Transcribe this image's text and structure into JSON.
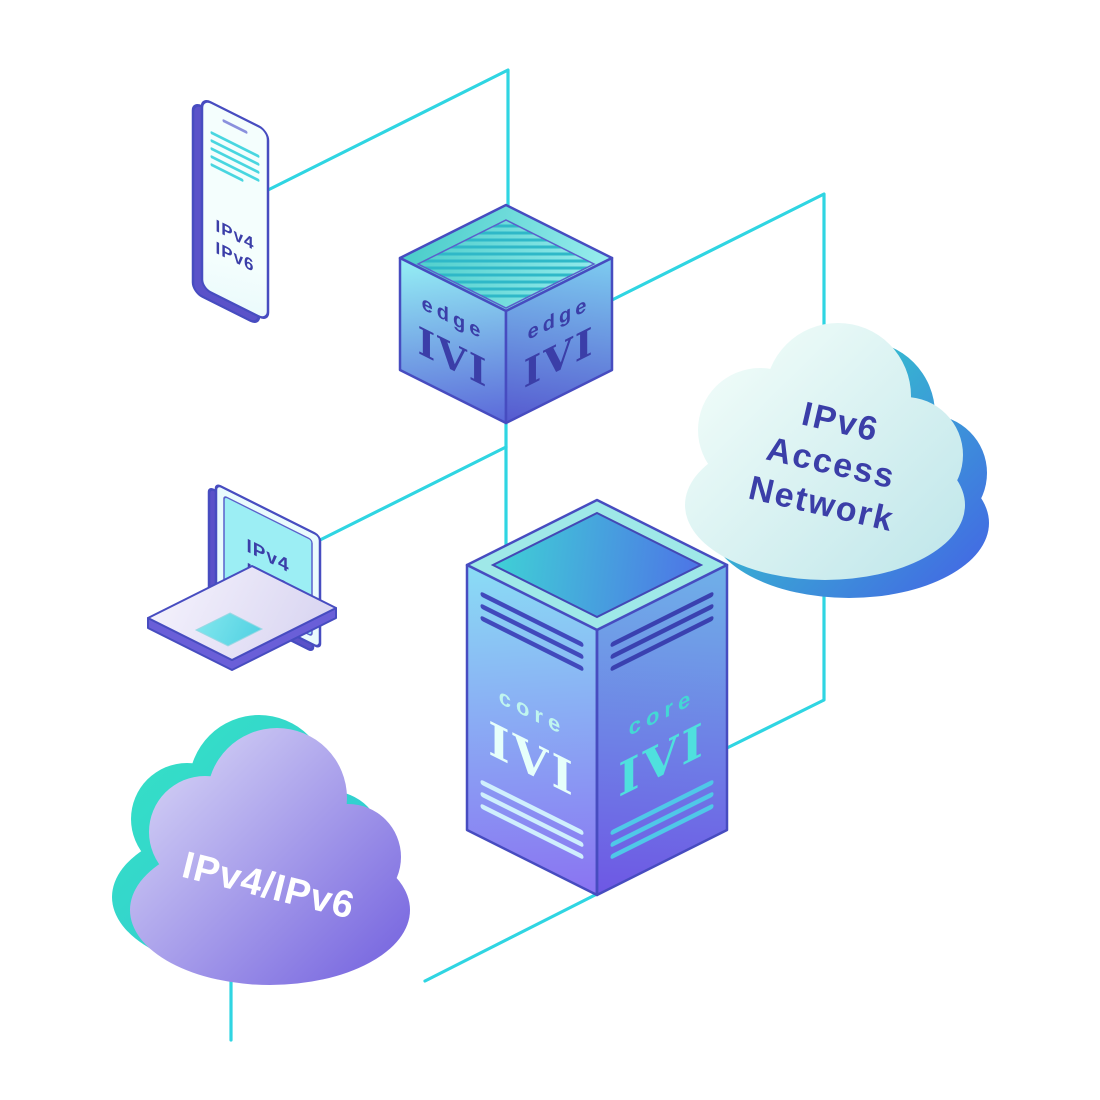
{
  "diagram": {
    "title_hint": "IVI IPv4/IPv6 transition network isometric illustration",
    "palette": {
      "background": "#ffffff",
      "connection_line": "#2fd5e2",
      "outline_indigo": "#474cc0",
      "text_indigo": "#3b3ea8",
      "teal_accent": "#35e0c8",
      "purple_accent": "#7663e0",
      "white_text": "#ffffff"
    }
  },
  "nodes": {
    "phone": {
      "labels": [
        "IPv4",
        "IPv6"
      ]
    },
    "edge_router": {
      "title": "edge",
      "subtitle": "IVI"
    },
    "ipv6_cloud": {
      "lines": [
        "IPv6",
        "Access",
        "Network"
      ]
    },
    "laptop": {
      "labels": [
        "IPv4",
        "IPv6"
      ]
    },
    "core_router": {
      "title": "core",
      "subtitle": "IVI"
    },
    "ipv4_ipv6_cloud": {
      "label": "IPv4/IPv6"
    }
  }
}
